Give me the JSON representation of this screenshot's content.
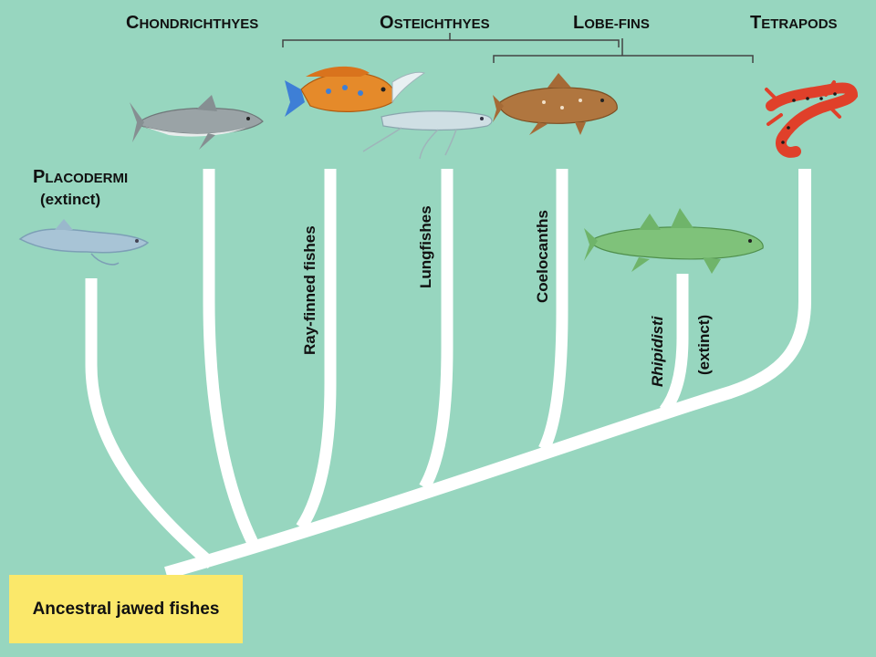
{
  "groups": {
    "chondrichthyes": {
      "initial": "C",
      "rest": "HONDRICHTHYES"
    },
    "osteichthyes": {
      "initial": "O",
      "rest": "STEICHTHYES"
    },
    "lobe_fins": {
      "initial": "L",
      "rest": "OBE-FINS"
    },
    "tetrapods": {
      "initial": "T",
      "rest": "ETRAPODS"
    },
    "placodermi": {
      "initial": "P",
      "rest": "LACODERMI",
      "note": "(extinct)"
    }
  },
  "branches": {
    "ray_finned": "Ray-finned fishes",
    "lungfishes": "Lungfishes",
    "coelocanths": "Coelocanths",
    "rhipidisti": "Rhipidisti",
    "rhipidisti_note": "(extinct)"
  },
  "root": {
    "label": "Ancestral jawed fishes"
  },
  "colors": {
    "background": "#97d6bf",
    "branch": "#ffffff",
    "root_box": "#fbe86a",
    "text": "#111111"
  }
}
